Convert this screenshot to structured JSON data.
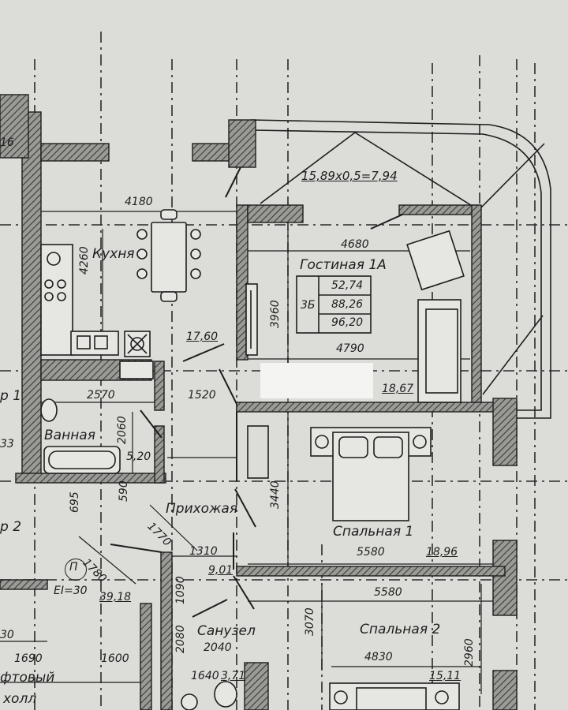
{
  "colors": {
    "paper": "#dcdcd8",
    "ink": "#1e1e1e",
    "hatch": "#4a4a48",
    "redaction": "#f4f4f2"
  },
  "balcony": {
    "formula": "15,89x0,5=7,94"
  },
  "rooms": {
    "kitchen": {
      "name": "Кухня",
      "width": "4180",
      "depth": "4260",
      "area": "17,60"
    },
    "living": {
      "name": "Гостиная 1А",
      "width_top": "4680",
      "width_bottom": "4790",
      "depth": "3960",
      "area": "18,67"
    },
    "totals": {
      "code": "3Б",
      "values": [
        "52,74",
        "88,26",
        "96,20"
      ]
    },
    "bathroom": {
      "name": "Ванная",
      "width": "2570",
      "depth": "2060",
      "area": "5,20"
    },
    "hall": {
      "name": "Прихожая",
      "width": "1520",
      "depth_a": "1770",
      "depth_b": "1310",
      "area": "9,01",
      "dim_590": "590",
      "dim_695": "695",
      "dim_1780": "1780"
    },
    "bedroom1": {
      "name": "Спальная 1",
      "width": "5580",
      "depth": "3440",
      "area": "18,96"
    },
    "bedroom2": {
      "name": "Спальная 2",
      "width_top": "5580",
      "width": "4830",
      "depth_a": "3070",
      "depth_b": "2960",
      "area": "15,11"
    },
    "wc": {
      "name": "Санузел",
      "width": "2040",
      "depth_a": "2080",
      "depth_b": "1090",
      "area": "3,71",
      "dim_1640": "1640"
    },
    "lift_hall": {
      "name": "фтовый\nхолл",
      "line1": "фтовый",
      "line2": "холл",
      "dim_1690": "1690",
      "dim_1600": "1600",
      "area": "39,18",
      "stair": "П",
      "door": "EI=30"
    }
  },
  "edge_fragments": {
    "r1": "р 1",
    "r2": "р 2",
    "n33": "33",
    "n16": "16",
    "n30": "30"
  }
}
